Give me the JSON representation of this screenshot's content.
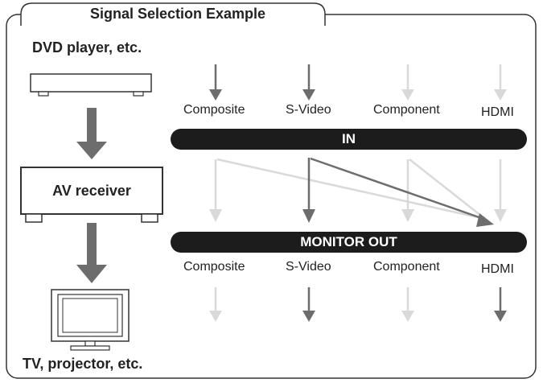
{
  "frame": {
    "title": "Signal Selection Example"
  },
  "devices": {
    "source_label": "DVD player, etc.",
    "receiver_label": "AV receiver",
    "display_label": "TV, projector, etc."
  },
  "bars": {
    "in_label": "IN",
    "out_label": "MONITOR OUT"
  },
  "signals": {
    "input_labels": [
      "Composite",
      "S-Video",
      "Component",
      "HDMI"
    ],
    "output_labels": [
      "Composite",
      "S-Video",
      "Component",
      "HDMI"
    ]
  },
  "selection": {
    "input_active": [
      true,
      true,
      false,
      false
    ],
    "output_active": [
      false,
      true,
      false,
      true
    ]
  },
  "colors": {
    "active": "#6d6d6d",
    "inactive": "#d9d9d9",
    "bar": "#1c1c1c",
    "frame": "#333333"
  }
}
